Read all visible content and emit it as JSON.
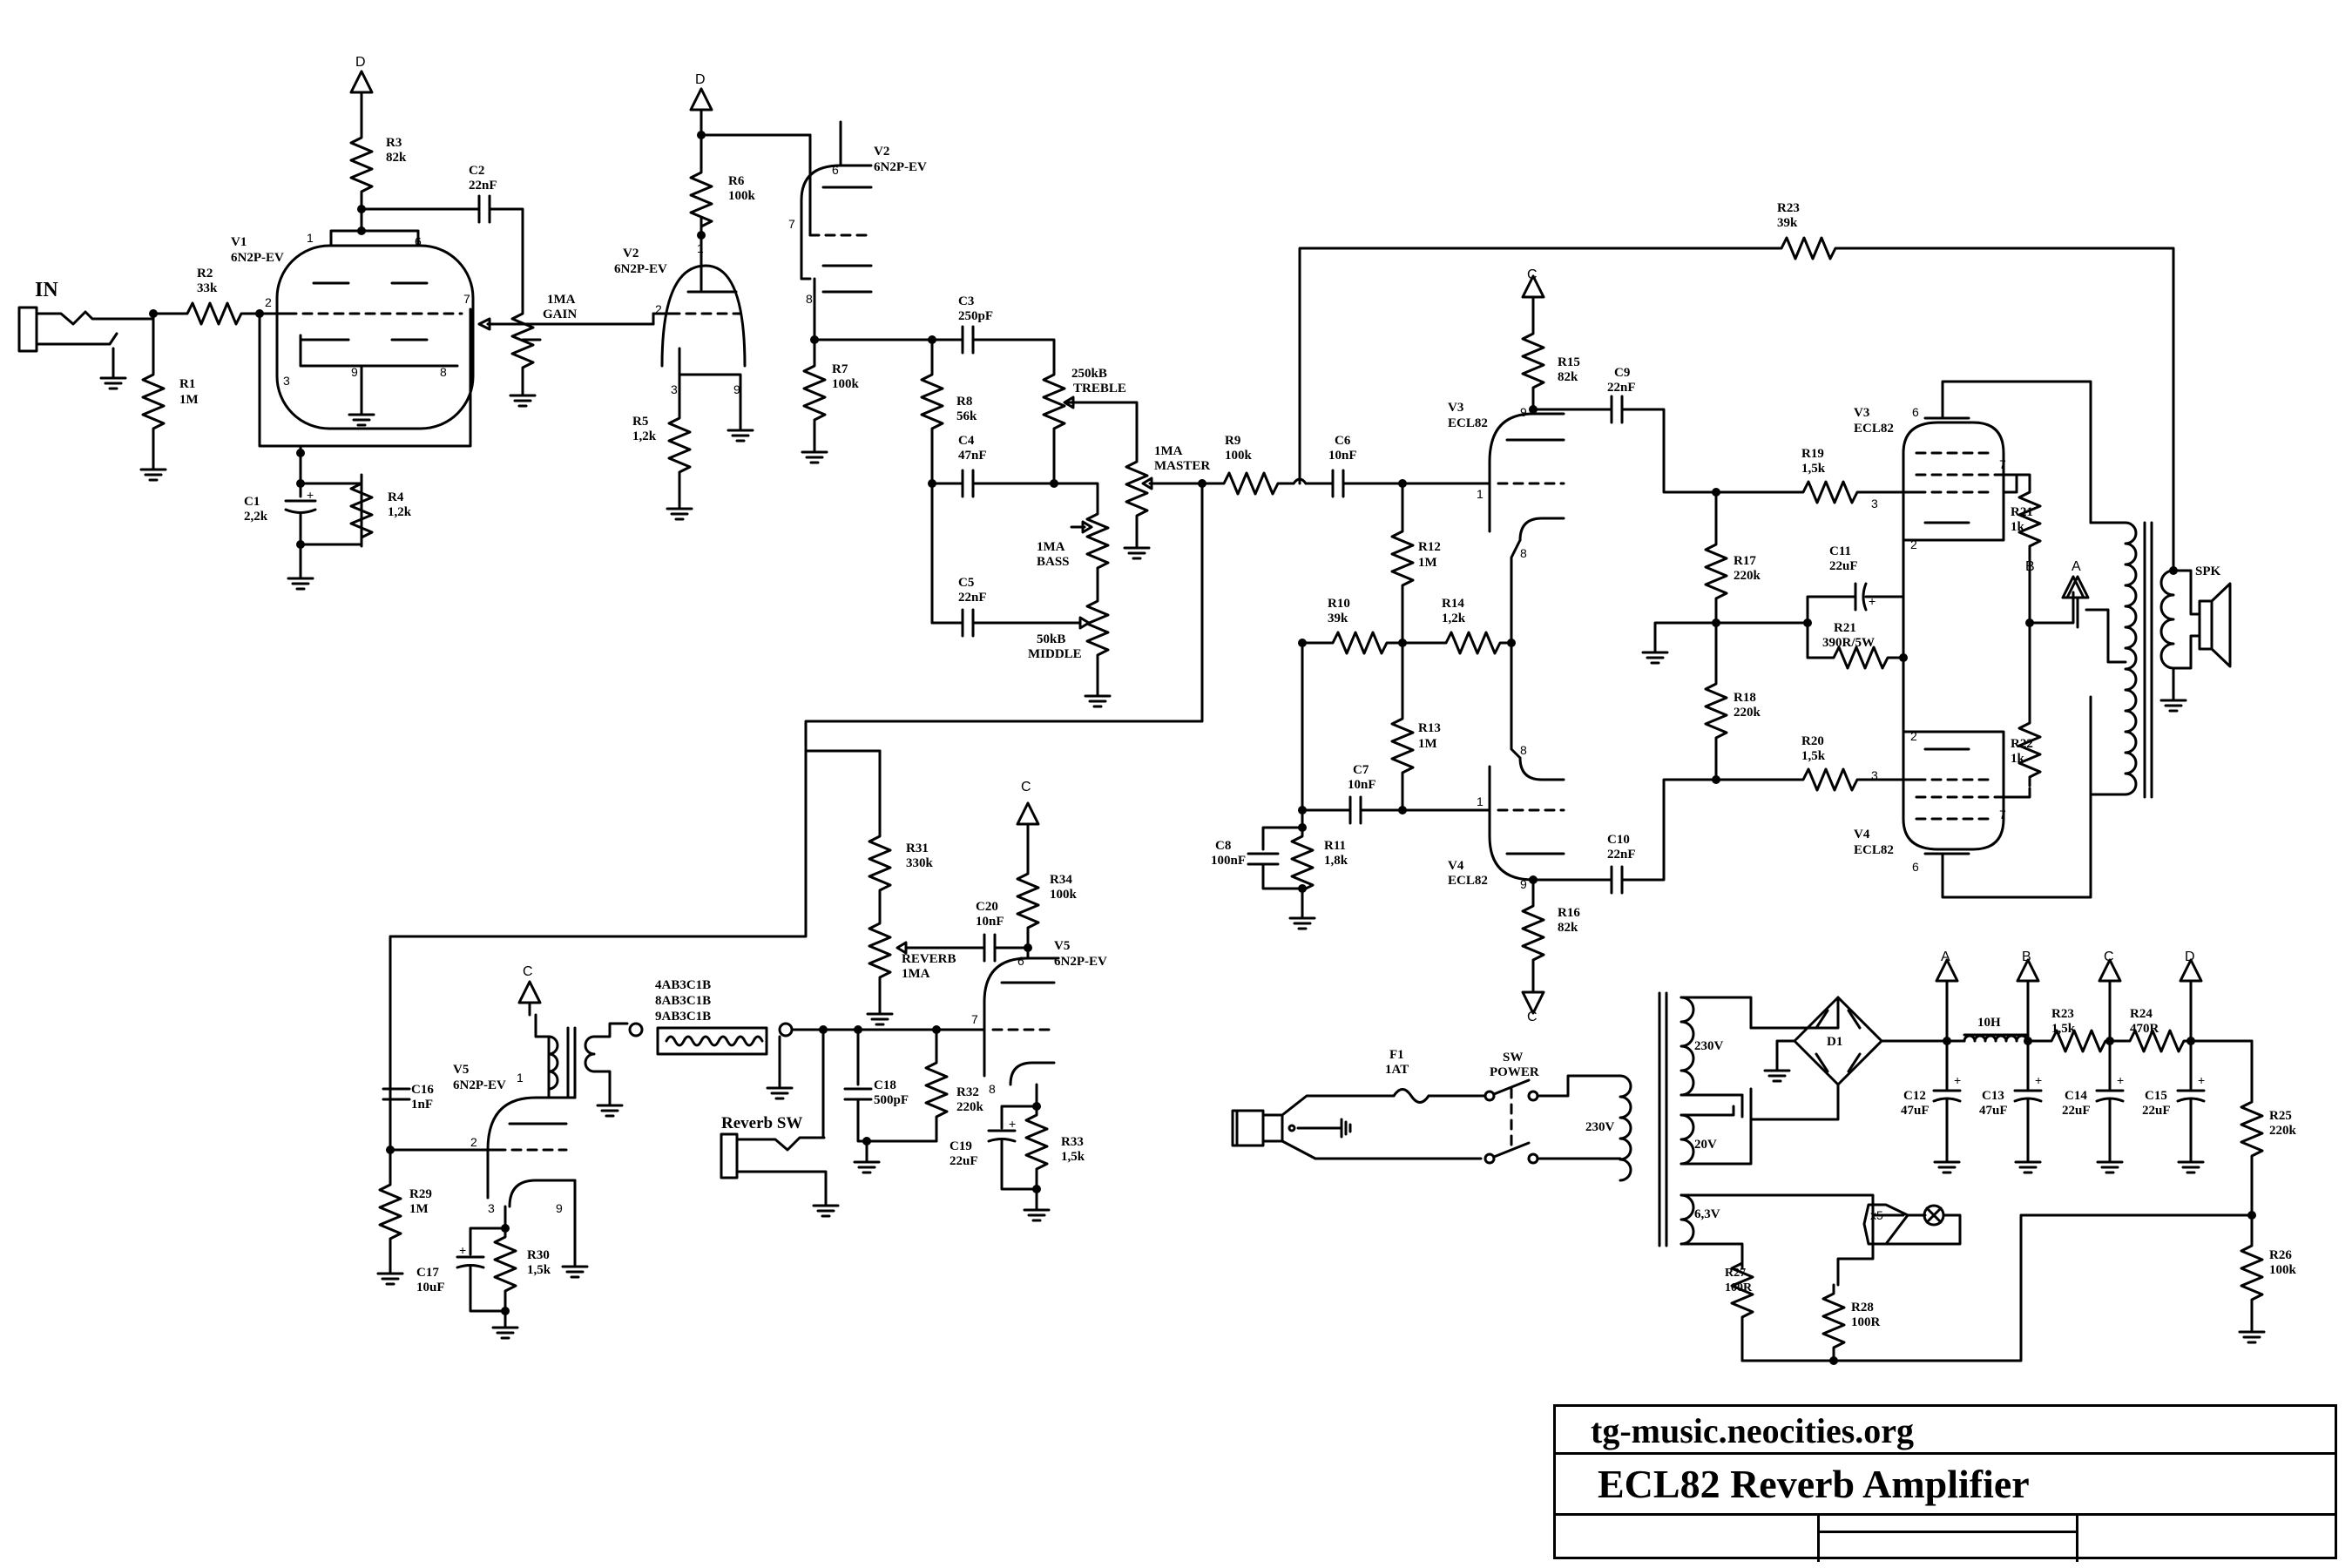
{
  "title_block": {
    "website": "tg-music.neocities.org",
    "title": "ECL82 Reverb Amplifier"
  },
  "input": {
    "jack_label": "IN"
  },
  "rails": {
    "a": "A",
    "b": "B",
    "c": "C",
    "d": "D"
  },
  "tubes": {
    "v1": {
      "ref": "V1",
      "type": "6N2P-EV"
    },
    "v2a": {
      "ref": "V2",
      "type": "6N2P-EV"
    },
    "v2b": {
      "ref": "V2",
      "type": "6N2P-EV"
    },
    "v3_triode": {
      "ref": "V3",
      "type": "ECL82"
    },
    "v3_pentode": {
      "ref": "V3",
      "type": "ECL82"
    },
    "v4_triode": {
      "ref": "V4",
      "type": "ECL82"
    },
    "v4_pentode": {
      "ref": "V4",
      "type": "ECL82"
    },
    "v5a": {
      "ref": "V5",
      "type": "6N2P-EV"
    },
    "v5b": {
      "ref": "V5",
      "type": "6N2P-EV"
    }
  },
  "resistors": {
    "r1": {
      "ref": "R1",
      "value": "1M"
    },
    "r2": {
      "ref": "R2",
      "value": "33k"
    },
    "r3": {
      "ref": "R3",
      "value": "82k"
    },
    "r4": {
      "ref": "R4",
      "value": "1,2k"
    },
    "r5": {
      "ref": "R5",
      "value": "1,2k"
    },
    "r6": {
      "ref": "R6",
      "value": "100k"
    },
    "r7": {
      "ref": "R7",
      "value": "100k"
    },
    "r8": {
      "ref": "R8",
      "value": "56k"
    },
    "r9": {
      "ref": "R9",
      "value": "100k"
    },
    "r10": {
      "ref": "R10",
      "value": "39k"
    },
    "r11": {
      "ref": "R11",
      "value": "1,8k"
    },
    "r12": {
      "ref": "R12",
      "value": "1M"
    },
    "r13": {
      "ref": "R13",
      "value": "1M"
    },
    "r14": {
      "ref": "R14",
      "value": "1,2k"
    },
    "r15": {
      "ref": "R15",
      "value": "82k"
    },
    "r16": {
      "ref": "R16",
      "value": "82k"
    },
    "r17": {
      "ref": "R17",
      "value": "220k"
    },
    "r18": {
      "ref": "R18",
      "value": "220k"
    },
    "r19": {
      "ref": "R19",
      "value": "1,5k"
    },
    "r20": {
      "ref": "R20",
      "value": "1,5k"
    },
    "r21a": {
      "ref": "R21",
      "value": "1k"
    },
    "r21b": {
      "ref": "R21",
      "value": "390R/5W"
    },
    "r22": {
      "ref": "R22",
      "value": "1k"
    },
    "r23a": {
      "ref": "R23",
      "value": "39k"
    },
    "r23b": {
      "ref": "R23",
      "value": "1,5k"
    },
    "r24": {
      "ref": "R24",
      "value": "470R"
    },
    "r25": {
      "ref": "R25",
      "value": "220k"
    },
    "r26": {
      "ref": "R26",
      "value": "100k"
    },
    "r27": {
      "ref": "R27",
      "value": "100R"
    },
    "r28": {
      "ref": "R28",
      "value": "100R"
    },
    "r29": {
      "ref": "R29",
      "value": "1M"
    },
    "r30": {
      "ref": "R30",
      "value": "1,5k"
    },
    "r31": {
      "ref": "R31",
      "value": "330k"
    },
    "r32": {
      "ref": "R32",
      "value": "220k"
    },
    "r33": {
      "ref": "R33",
      "value": "1,5k"
    },
    "r34": {
      "ref": "R34",
      "value": "100k"
    }
  },
  "capacitors": {
    "c1": {
      "ref": "C1",
      "value": "2,2k"
    },
    "c2": {
      "ref": "C2",
      "value": "22nF"
    },
    "c3": {
      "ref": "C3",
      "value": "250pF"
    },
    "c4": {
      "ref": "C4",
      "value": "47nF"
    },
    "c5": {
      "ref": "C5",
      "value": "22nF"
    },
    "c6": {
      "ref": "C6",
      "value": "10nF"
    },
    "c7": {
      "ref": "C7",
      "value": "10nF"
    },
    "c8": {
      "ref": "C8",
      "value": "100nF"
    },
    "c9": {
      "ref": "C9",
      "value": "22nF"
    },
    "c10": {
      "ref": "C10",
      "value": "22nF"
    },
    "c11": {
      "ref": "C11",
      "value": "22uF"
    },
    "c12": {
      "ref": "C12",
      "value": "47uF"
    },
    "c13": {
      "ref": "C13",
      "value": "47uF"
    },
    "c14": {
      "ref": "C14",
      "value": "22uF"
    },
    "c15": {
      "ref": "C15",
      "value": "22uF"
    },
    "c16": {
      "ref": "C16",
      "value": "1nF"
    },
    "c17": {
      "ref": "C17",
      "value": "10uF"
    },
    "c18": {
      "ref": "C18",
      "value": "500pF"
    },
    "c19": {
      "ref": "C19",
      "value": "22uF"
    },
    "c20": {
      "ref": "C20",
      "value": "10nF"
    }
  },
  "pots": {
    "gain": {
      "value": "1MA",
      "name": "GAIN"
    },
    "treble": {
      "value": "250kB",
      "name": "TREBLE"
    },
    "master": {
      "value": "1MA",
      "name": "MASTER"
    },
    "bass": {
      "value": "1MA",
      "name": "BASS"
    },
    "middle": {
      "value": "50kB",
      "name": "MIDDLE"
    },
    "reverb": {
      "value": "1MA",
      "name": "REVERB"
    }
  },
  "reverb_tank": {
    "types": [
      "4AB3C1B",
      "8AB3C1B",
      "9AB3C1B"
    ],
    "switch_label": "Reverb SW"
  },
  "power_supply": {
    "fuse": {
      "ref": "F1",
      "value": "1AT"
    },
    "switch": {
      "ref": "SW",
      "name": "POWER"
    },
    "mains_primary": "230V",
    "primary_230": "230V",
    "secondary_hv": "20V",
    "heater": "6,3V",
    "rectifier": "D1",
    "choke": "10H",
    "lamp_label": "x5"
  },
  "speaker": {
    "label": "SPK"
  },
  "pin_numbers": [
    "1",
    "2",
    "3",
    "6",
    "7",
    "8",
    "9"
  ]
}
